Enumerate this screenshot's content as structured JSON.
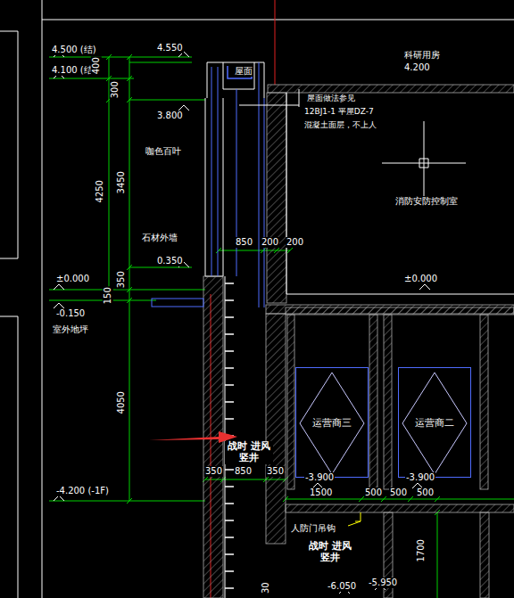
{
  "diagram": {
    "nodes": [
      {
        "text": [
          "运营商三"
        ]
      },
      {
        "text": [
          "运营商二"
        ]
      }
    ],
    "labels": [
      "4.500 (结)",
      "4.100 (结)",
      "400",
      "300",
      "4250",
      "3450",
      "350",
      "150",
      "4050",
      "±0.000",
      "-0.150",
      "室外地坪",
      "-4.200 (-1F)",
      "4.550",
      "屋面",
      "3.800",
      "咖色百叶",
      "石材外墙",
      "0.350",
      "850",
      "200",
      "200",
      "科研用房",
      "4.200",
      "屋面做法参见",
      "12BJ1-1 平屋DZ-7",
      "混凝土面层，不上人",
      "消防安防控制室",
      "±0.000",
      "战时 进风竖井",
      "350",
      "850",
      "350",
      "-3.900",
      "-3.900",
      "1500",
      "500",
      "500",
      "500",
      "人防门吊钩",
      "战时 进风竖井",
      "1700",
      "-6.050",
      "-5.950",
      "30"
    ]
  }
}
